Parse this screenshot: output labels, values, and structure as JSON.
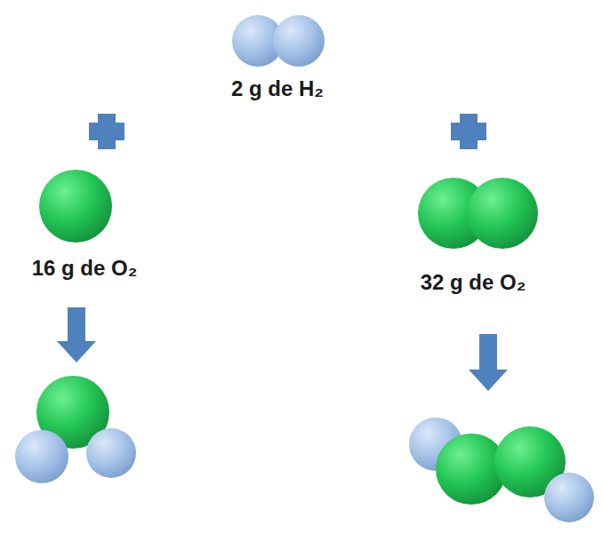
{
  "diagram": {
    "labels": [
      "2 g de H₂",
      "16 g de O₂",
      "32 g de O₂"
    ]
  }
}
